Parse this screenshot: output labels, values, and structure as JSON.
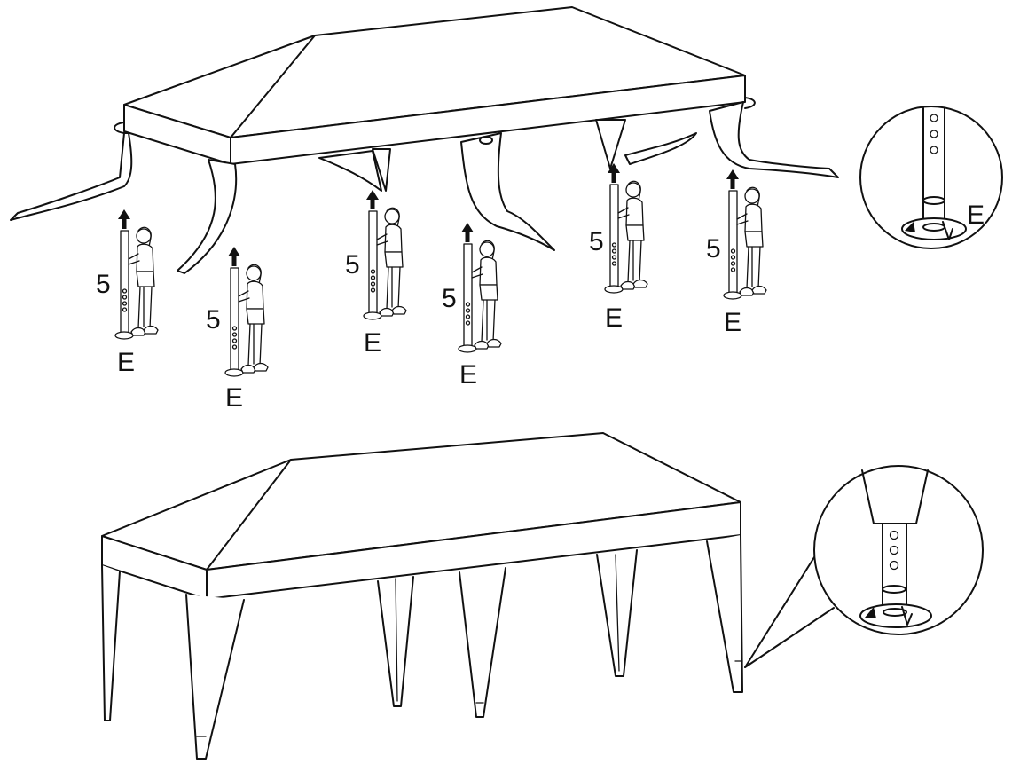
{
  "step_one": {
    "lift_number": "5",
    "pole_label": "E",
    "positions": [
      {
        "number": "5",
        "pole": "E"
      },
      {
        "number": "5",
        "pole": "E"
      },
      {
        "number": "5",
        "pole": "E"
      },
      {
        "number": "5",
        "pole": "E"
      },
      {
        "number": "5",
        "pole": "E"
      },
      {
        "number": "5",
        "pole": "E"
      }
    ],
    "detail_label": "E"
  },
  "step_two": {
    "description_visible": false
  }
}
